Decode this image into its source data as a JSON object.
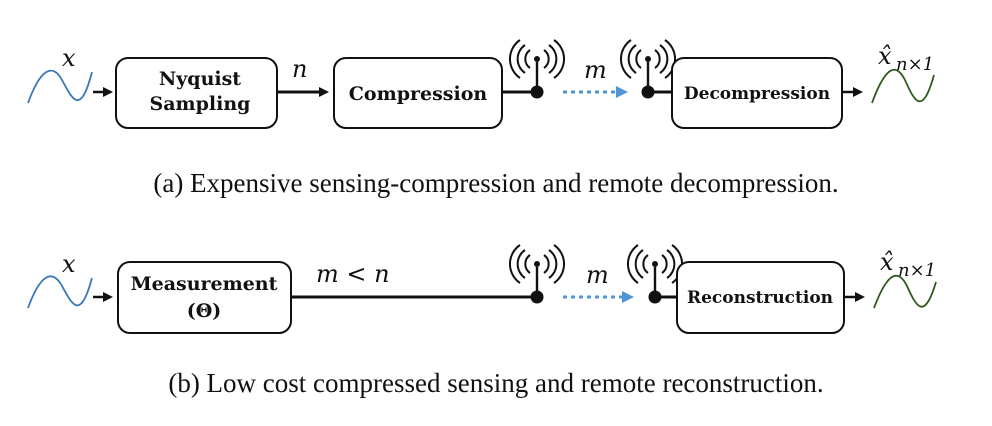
{
  "row_a": {
    "input_label": "x",
    "box1_line1": "Nyquist",
    "box1_line2": "Sampling",
    "edge1_label": "n",
    "box2_label": "Compression",
    "tx_label": "m",
    "box3_label": "Decompression",
    "output_label": "x̂",
    "output_sub": "n×1",
    "caption": "(a) Expensive sensing-compression and remote decompression."
  },
  "row_b": {
    "input_label": "x",
    "box1_line1": "Measurement",
    "box1_line2": "(Θ)",
    "edge1_label": "m < n",
    "tx_label": "m",
    "box2_label": "Reconstruction",
    "output_label": "x̂",
    "output_sub": "n×1",
    "caption": "(b) Low cost compressed sensing and remote reconstruction."
  },
  "colors": {
    "input_signal": "#3a78b8",
    "output_signal": "#2f5a1e",
    "wireless_arrow": "#4f95d6",
    "line": "#111111"
  }
}
